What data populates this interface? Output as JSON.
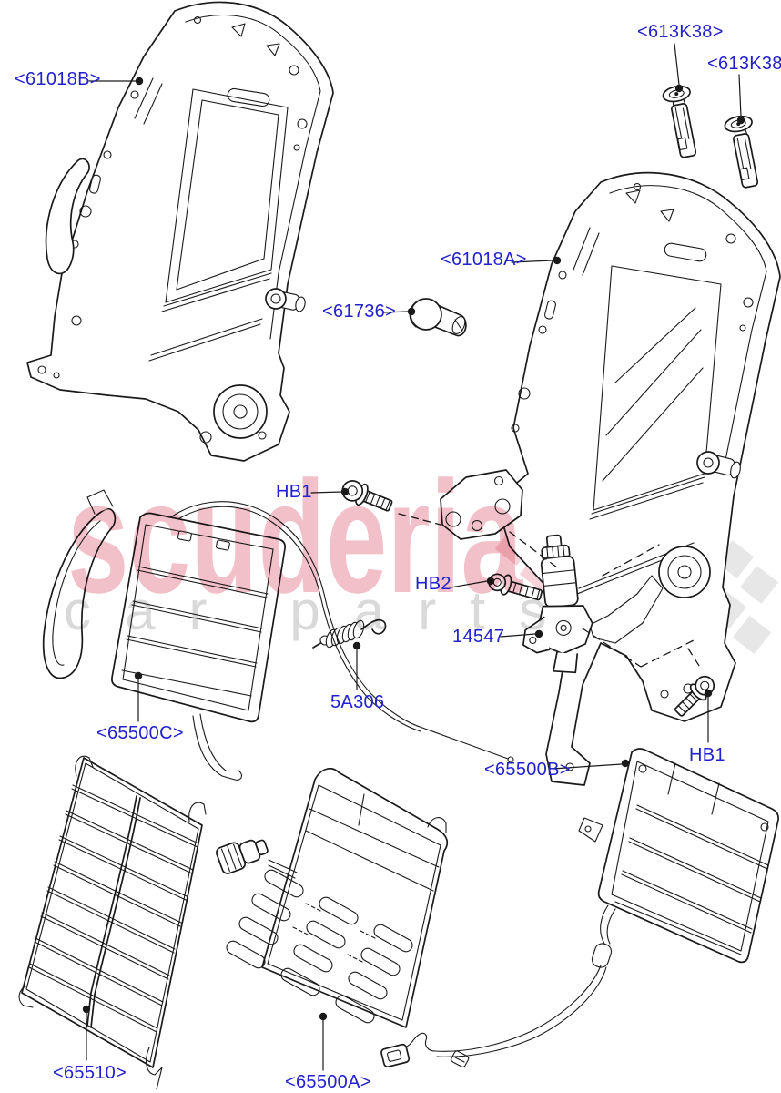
{
  "page": {
    "background": "#ffffff"
  },
  "colors": {
    "label": "#2222cc",
    "line": "#1a1a1a",
    "watermark_pink": "#f2c0c8",
    "watermark_gray": "#d9d9d9",
    "checker_pink": "#f7d3d9",
    "checker_gray": "#e7e7e7"
  },
  "watermark": {
    "brand": "scuderia",
    "tagline": "car parts"
  },
  "labels": [
    {
      "text": "<61018B>"
    },
    {
      "text": "<613K38>"
    },
    {
      "text": "<613K38>"
    },
    {
      "text": "<61018A>"
    },
    {
      "text": "<61736>"
    },
    {
      "text": "HB1"
    },
    {
      "text": "HB2"
    },
    {
      "text": "14547"
    },
    {
      "text": "5A306"
    },
    {
      "text": "<65500C>"
    },
    {
      "text": "<65500B>"
    },
    {
      "text": "HB1"
    },
    {
      "text": "<65510>"
    },
    {
      "text": "<65500A>"
    }
  ]
}
